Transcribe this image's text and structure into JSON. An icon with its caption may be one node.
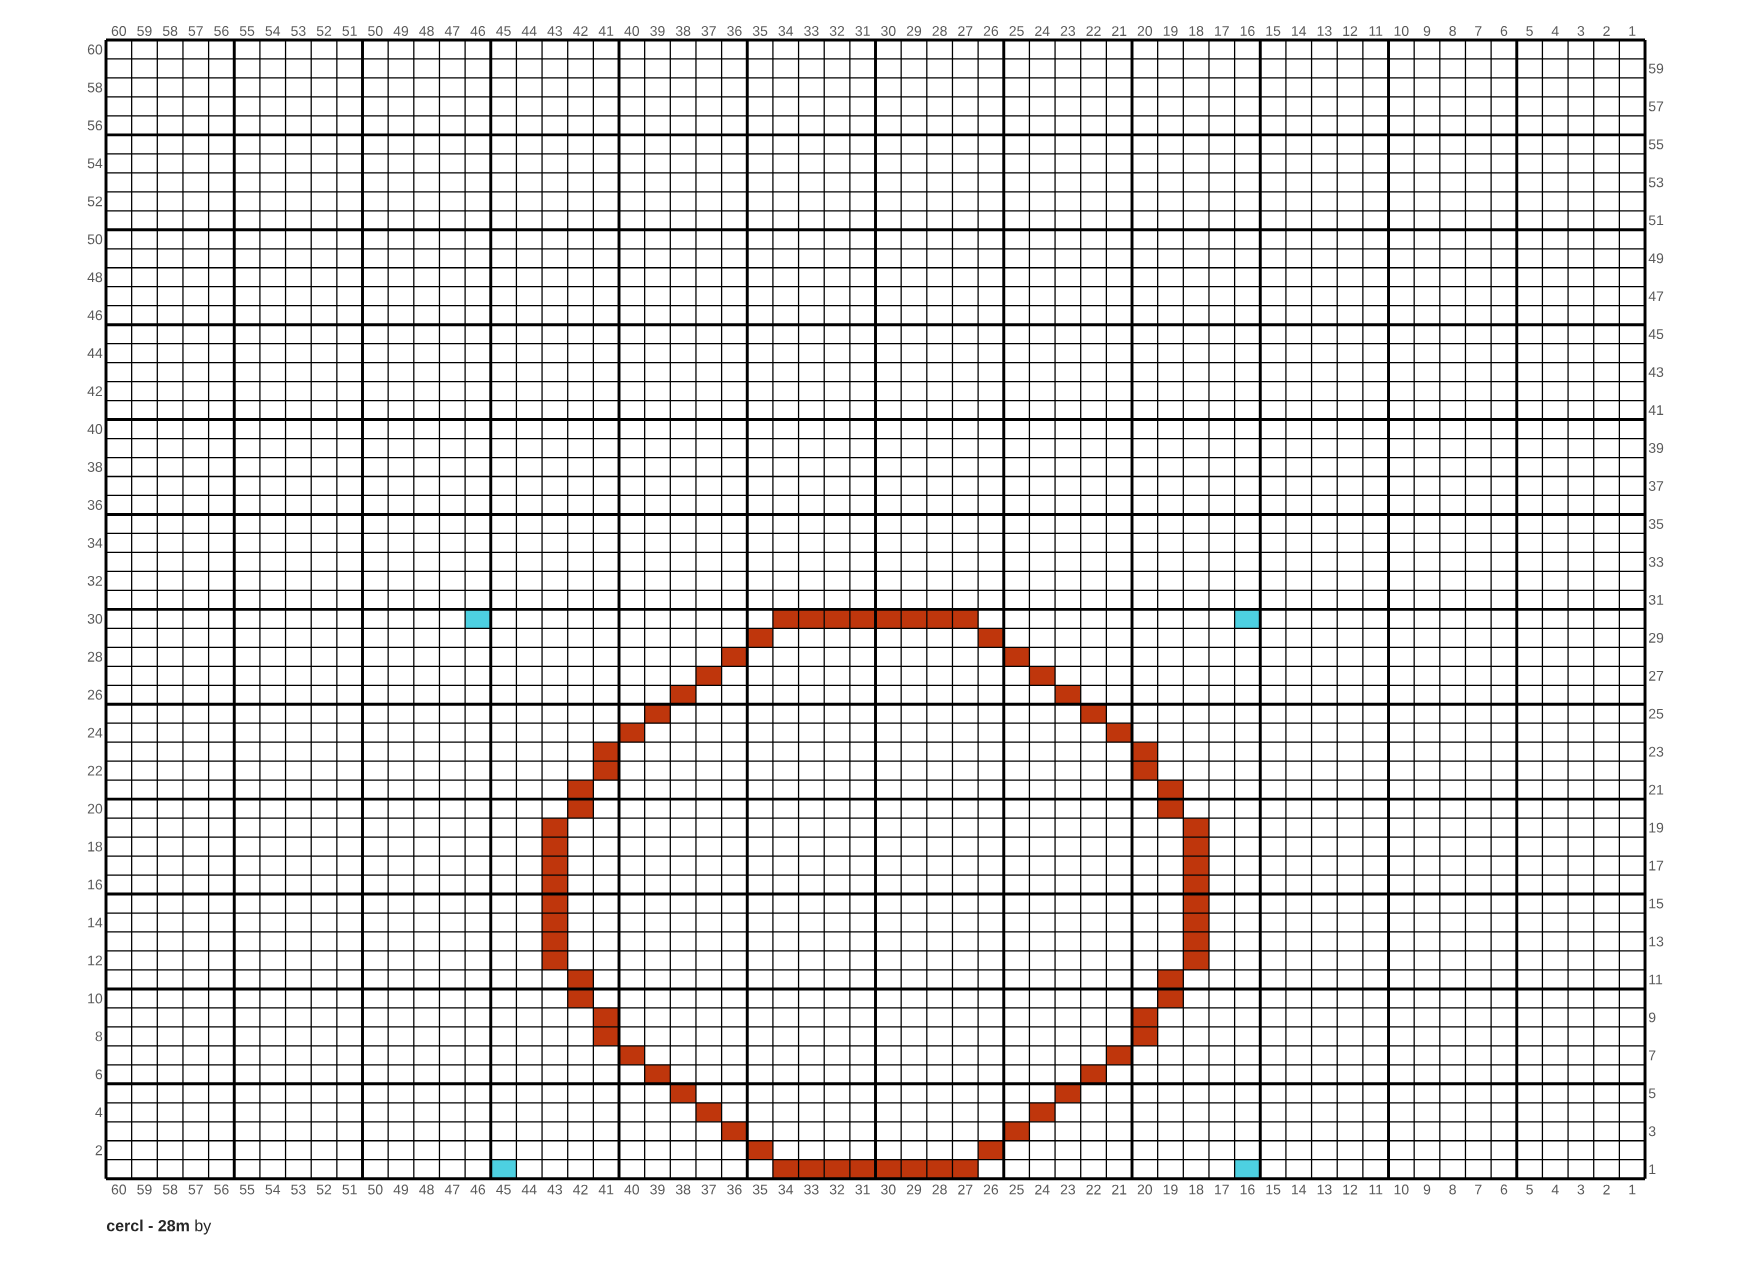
{
  "diagram": {
    "title": "**cercl - 28m** by",
    "labels": [
      "60",
      "59",
      "58",
      "57",
      "56",
      "55",
      "54",
      "53",
      "52",
      "51",
      "50",
      "49",
      "48",
      "47",
      "46",
      "45",
      "44",
      "43",
      "42",
      "41",
      "40",
      "39",
      "38",
      "37",
      "36",
      "35",
      "34",
      "33",
      "32",
      "31",
      "30",
      "29",
      "28",
      "27",
      "26",
      "25",
      "24",
      "23",
      "22",
      "21",
      "20",
      "19",
      "18",
      "17",
      "16",
      "15",
      "14",
      "13",
      "12",
      "11",
      "10",
      "9",
      "8",
      "7",
      "6",
      "5",
      "4",
      "3",
      "2",
      "1",
      "60",
      "59",
      "58",
      "57",
      "56",
      "55",
      "54",
      "53",
      "52",
      "51",
      "50",
      "49",
      "48",
      "47",
      "46",
      "45",
      "44",
      "43",
      "42",
      "41",
      "40",
      "39",
      "38",
      "37",
      "36",
      "35",
      "34",
      "33",
      "32",
      "31",
      "30",
      "29",
      "28",
      "27",
      "26",
      "25",
      "24",
      "23",
      "22",
      "21",
      "20",
      "19",
      "18",
      "17",
      "16",
      "15",
      "14",
      "13",
      "12",
      "11",
      "10",
      "9",
      "8",
      "7",
      "6",
      "5",
      "4",
      "3",
      "2",
      "1",
      "60",
      "59",
      "58",
      "57",
      "56",
      "55",
      "54",
      "53",
      "52",
      "51",
      "50",
      "49",
      "48",
      "47",
      "46",
      "45",
      "44",
      "43",
      "42",
      "41",
      "40",
      "39",
      "38",
      "37",
      "36",
      "35",
      "34",
      "33",
      "32",
      "31",
      "30",
      "29",
      "28",
      "27",
      "26",
      "25",
      "24",
      "23",
      "22",
      "21",
      "20",
      "19",
      "18",
      "17",
      "16",
      "15",
      "14",
      "13",
      "12",
      "11",
      "10",
      "9",
      "8",
      "7",
      "6",
      "5",
      "4",
      "3",
      "2",
      "1"
    ]
  }
}
